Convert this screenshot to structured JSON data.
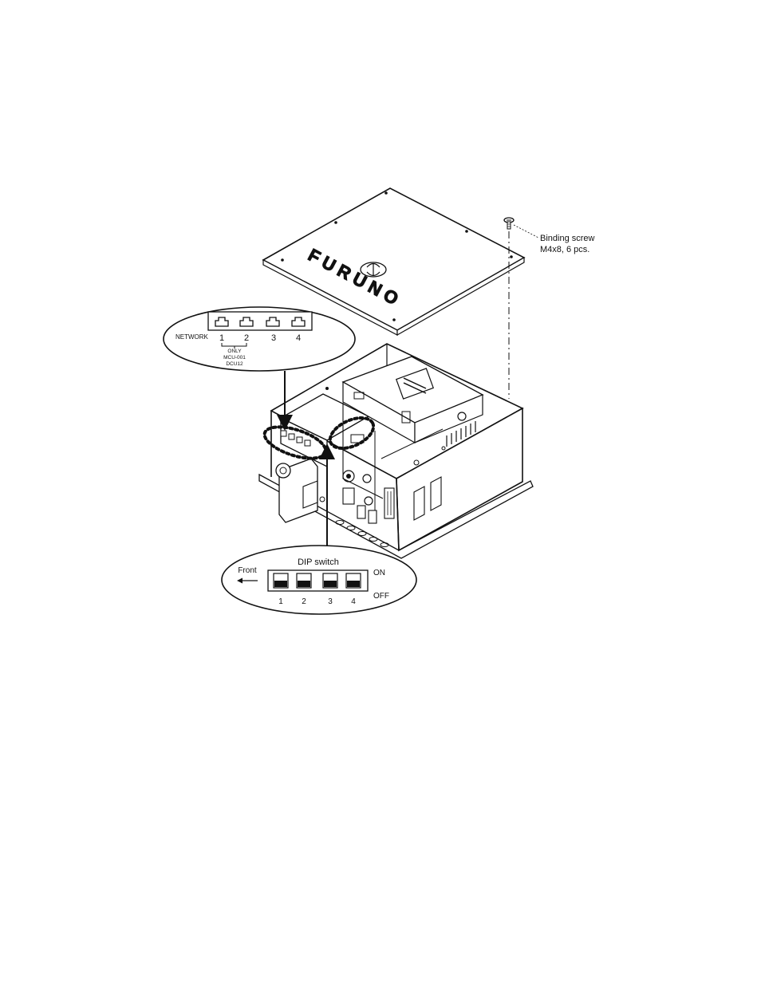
{
  "screw": {
    "label_line1": "Binding screw",
    "label_line2": "M4x8, 6 pcs."
  },
  "lid": {
    "brand_logo_text": "FURUNO"
  },
  "network_callout": {
    "label": "NETWORK",
    "ports": [
      "1",
      "2",
      "3",
      "4"
    ],
    "note_lines": [
      "ONLY",
      "MCU-001",
      "DCU12"
    ]
  },
  "dip_callout": {
    "title": "DIP switch",
    "front_label": "Front",
    "on_label": "ON",
    "off_label": "OFF",
    "switches": [
      "1",
      "2",
      "3",
      "4"
    ]
  }
}
